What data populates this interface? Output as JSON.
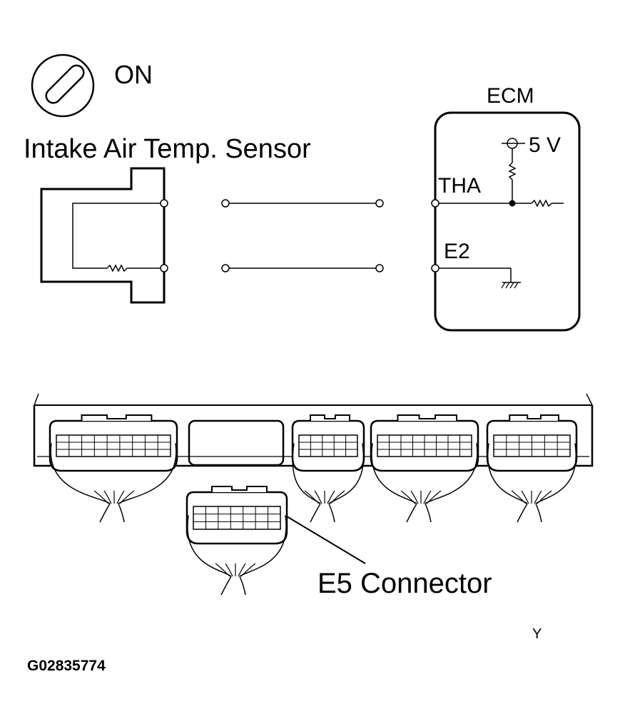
{
  "ignition": {
    "state": "ON",
    "icon": "ignition-switch-icon"
  },
  "sensor": {
    "title": "Intake Air Temp. Sensor"
  },
  "ecm": {
    "title": "ECM",
    "voltage": "5 V",
    "terminals": {
      "tha": "THA",
      "e2": "E2"
    }
  },
  "connector": {
    "label": "E5 Connector"
  },
  "footer": {
    "code": "G02835774",
    "mark": "Y"
  }
}
